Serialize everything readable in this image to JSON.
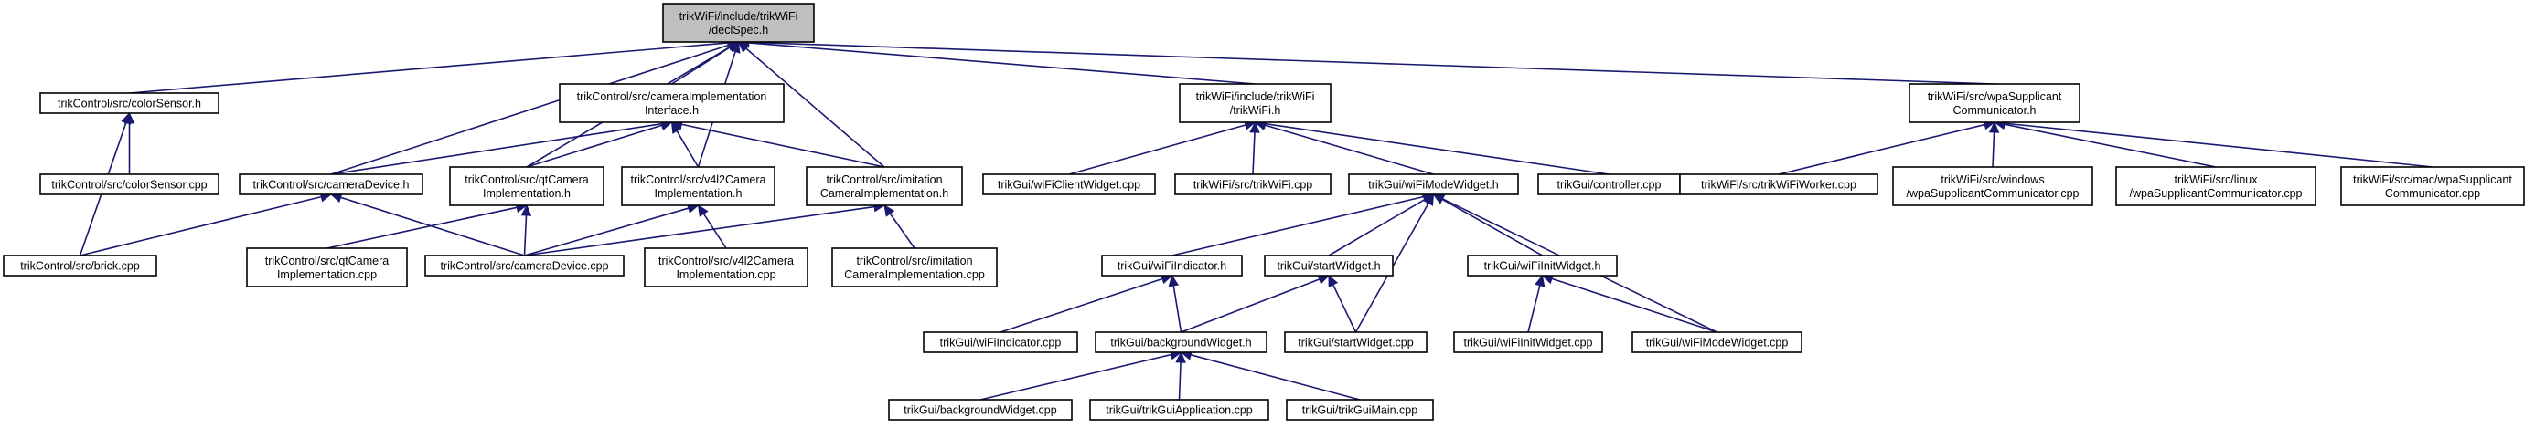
{
  "colors": {
    "edge": "#191970",
    "root_fill": "#bfbfbf",
    "node_fill": "#ffffff",
    "node_border": "#000000"
  },
  "nodes": [
    {
      "id": "declspec",
      "lines": [
        "trikWiFi/include/trikWiFi",
        "/declSpec.h"
      ],
      "root": true
    },
    {
      "id": "colorSensor_h",
      "lines": [
        "trikControl/src/colorSensor.h"
      ]
    },
    {
      "id": "camImplIface_h",
      "lines": [
        "trikControl/src/cameraImplementation",
        "Interface.h"
      ]
    },
    {
      "id": "trikWiFi_h",
      "lines": [
        "trikWiFi/include/trikWiFi",
        "/trikWiFi.h"
      ]
    },
    {
      "id": "wpaComm_h",
      "lines": [
        "trikWiFi/src/wpaSupplicant",
        "Communicator.h"
      ]
    },
    {
      "id": "colorSensor_cpp",
      "lines": [
        "trikControl/src/colorSensor.cpp"
      ]
    },
    {
      "id": "cameraDevice_h",
      "lines": [
        "trikControl/src/cameraDevice.h"
      ]
    },
    {
      "id": "qtCamImpl_h",
      "lines": [
        "trikControl/src/qtCamera",
        "Implementation.h"
      ]
    },
    {
      "id": "v4l2CamImpl_h",
      "lines": [
        "trikControl/src/v4l2Camera",
        "Implementation.h"
      ]
    },
    {
      "id": "imitCamImpl_h",
      "lines": [
        "trikControl/src/imitation",
        "CameraImplementation.h"
      ]
    },
    {
      "id": "wiFiClientWidget_cpp",
      "lines": [
        "trikGui/wiFiClientWidget.cpp"
      ]
    },
    {
      "id": "trikWiFi_cpp",
      "lines": [
        "trikWiFi/src/trikWiFi.cpp"
      ]
    },
    {
      "id": "wiFiModeWidget_h",
      "lines": [
        "trikGui/wiFiModeWidget.h"
      ]
    },
    {
      "id": "controller_cpp",
      "lines": [
        "trikGui/controller.cpp"
      ]
    },
    {
      "id": "trikWiFiWorker_cpp",
      "lines": [
        "trikWiFi/src/trikWiFiWorker.cpp"
      ]
    },
    {
      "id": "wpaWin_cpp",
      "lines": [
        "trikWiFi/src/windows",
        "/wpaSupplicantCommunicator.cpp"
      ]
    },
    {
      "id": "wpaLinux_cpp",
      "lines": [
        "trikWiFi/src/linux",
        "/wpaSupplicantCommunicator.cpp"
      ]
    },
    {
      "id": "wpaMac_cpp",
      "lines": [
        "trikWiFi/src/mac/wpaSupplicant",
        "Communicator.cpp"
      ]
    },
    {
      "id": "brick_cpp",
      "lines": [
        "trikControl/src/brick.cpp"
      ]
    },
    {
      "id": "qtCamImpl_cpp",
      "lines": [
        "trikControl/src/qtCamera",
        "Implementation.cpp"
      ]
    },
    {
      "id": "cameraDevice_cpp",
      "lines": [
        "trikControl/src/cameraDevice.cpp"
      ]
    },
    {
      "id": "v4l2CamImpl_cpp",
      "lines": [
        "trikControl/src/v4l2Camera",
        "Implementation.cpp"
      ]
    },
    {
      "id": "imitCamImpl_cpp",
      "lines": [
        "trikControl/src/imitation",
        "CameraImplementation.cpp"
      ]
    },
    {
      "id": "wiFiIndicator_h",
      "lines": [
        "trikGui/wiFiIndicator.h"
      ]
    },
    {
      "id": "startWidget_h",
      "lines": [
        "trikGui/startWidget.h"
      ]
    },
    {
      "id": "wiFiInitWidget_h",
      "lines": [
        "trikGui/wiFiInitWidget.h"
      ]
    },
    {
      "id": "wiFiIndicator_cpp",
      "lines": [
        "trikGui/wiFiIndicator.cpp"
      ]
    },
    {
      "id": "backgroundWidget_h",
      "lines": [
        "trikGui/backgroundWidget.h"
      ]
    },
    {
      "id": "startWidget_cpp",
      "lines": [
        "trikGui/startWidget.cpp"
      ]
    },
    {
      "id": "wiFiInitWidget_cpp",
      "lines": [
        "trikGui/wiFiInitWidget.cpp"
      ]
    },
    {
      "id": "wiFiModeWidget_cpp",
      "lines": [
        "trikGui/wiFiModeWidget.cpp"
      ]
    },
    {
      "id": "backgroundWidget_cpp",
      "lines": [
        "trikGui/backgroundWidget.cpp"
      ]
    },
    {
      "id": "trikGuiApplication_cpp",
      "lines": [
        "trikGui/trikGuiApplication.cpp"
      ]
    },
    {
      "id": "trikGuiMain_cpp",
      "lines": [
        "trikGui/trikGuiMain.cpp"
      ]
    }
  ],
  "edges": [
    [
      "colorSensor_h",
      "declspec"
    ],
    [
      "camImplIface_h",
      "declspec"
    ],
    [
      "trikWiFi_h",
      "declspec"
    ],
    [
      "wpaComm_h",
      "declspec"
    ],
    [
      "cameraDevice_h",
      "declspec"
    ],
    [
      "qtCamImpl_h",
      "declspec"
    ],
    [
      "v4l2CamImpl_h",
      "declspec"
    ],
    [
      "imitCamImpl_h",
      "declspec"
    ],
    [
      "colorSensor_cpp",
      "colorSensor_h"
    ],
    [
      "brick_cpp",
      "colorSensor_h"
    ],
    [
      "cameraDevice_h",
      "camImplIface_h"
    ],
    [
      "qtCamImpl_h",
      "camImplIface_h"
    ],
    [
      "v4l2CamImpl_h",
      "camImplIface_h"
    ],
    [
      "imitCamImpl_h",
      "camImplIface_h"
    ],
    [
      "brick_cpp",
      "cameraDevice_h"
    ],
    [
      "cameraDevice_cpp",
      "cameraDevice_h"
    ],
    [
      "qtCamImpl_cpp",
      "qtCamImpl_h"
    ],
    [
      "cameraDevice_cpp",
      "qtCamImpl_h"
    ],
    [
      "cameraDevice_cpp",
      "v4l2CamImpl_h"
    ],
    [
      "v4l2CamImpl_cpp",
      "v4l2CamImpl_h"
    ],
    [
      "cameraDevice_cpp",
      "imitCamImpl_h"
    ],
    [
      "imitCamImpl_cpp",
      "imitCamImpl_h"
    ],
    [
      "wiFiClientWidget_cpp",
      "trikWiFi_h"
    ],
    [
      "trikWiFi_cpp",
      "trikWiFi_h"
    ],
    [
      "wiFiModeWidget_h",
      "trikWiFi_h"
    ],
    [
      "controller_cpp",
      "trikWiFi_h"
    ],
    [
      "trikWiFiWorker_cpp",
      "wpaComm_h"
    ],
    [
      "wpaWin_cpp",
      "wpaComm_h"
    ],
    [
      "wpaLinux_cpp",
      "wpaComm_h"
    ],
    [
      "wpaMac_cpp",
      "wpaComm_h"
    ],
    [
      "wiFiIndicator_h",
      "wiFiModeWidget_h"
    ],
    [
      "startWidget_h",
      "wiFiModeWidget_h"
    ],
    [
      "wiFiInitWidget_h",
      "wiFiModeWidget_h"
    ],
    [
      "startWidget_cpp",
      "wiFiModeWidget_h"
    ],
    [
      "wiFiModeWidget_cpp",
      "wiFiModeWidget_h"
    ],
    [
      "wiFiIndicator_cpp",
      "wiFiIndicator_h"
    ],
    [
      "backgroundWidget_h",
      "wiFiIndicator_h"
    ],
    [
      "backgroundWidget_h",
      "startWidget_h"
    ],
    [
      "startWidget_cpp",
      "startWidget_h"
    ],
    [
      "wiFiInitWidget_cpp",
      "wiFiInitWidget_h"
    ],
    [
      "wiFiModeWidget_cpp",
      "wiFiInitWidget_h"
    ],
    [
      "backgroundWidget_cpp",
      "backgroundWidget_h"
    ],
    [
      "trikGuiApplication_cpp",
      "backgroundWidget_h"
    ],
    [
      "trikGuiMain_cpp",
      "backgroundWidget_h"
    ]
  ]
}
